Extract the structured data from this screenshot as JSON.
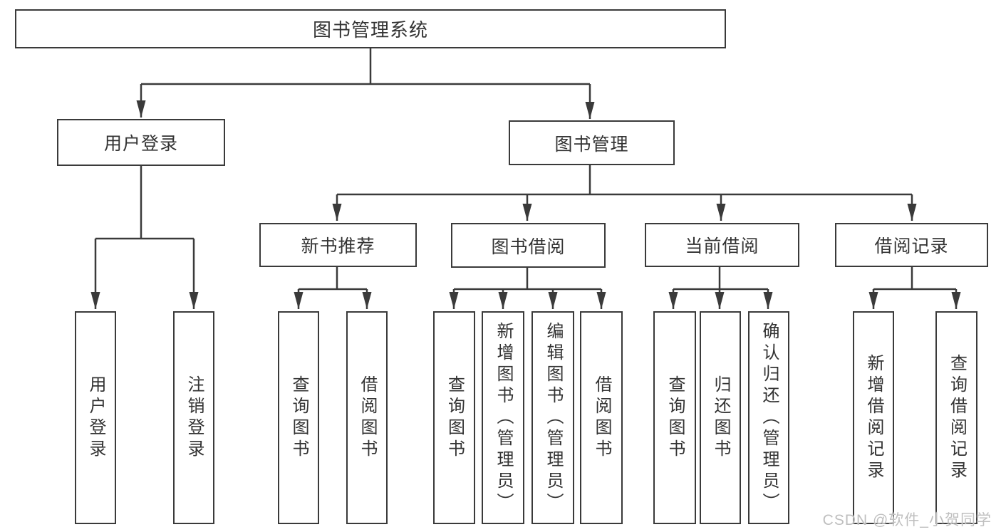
{
  "colors": {
    "line": "#3a3a3a",
    "box_border": "#3a3a3a",
    "text": "#333333",
    "background": "#ffffff",
    "watermark": "#bfbfbf"
  },
  "watermark": "CSDN @软件_小贺同学",
  "tree": {
    "label": "图书管理系统",
    "children": [
      {
        "label": "用户登录",
        "children": [
          {
            "label": "用户登录"
          },
          {
            "label": "注销登录"
          }
        ]
      },
      {
        "label": "图书管理",
        "children": [
          {
            "label": "新书推荐",
            "children": [
              {
                "label": "查询图书"
              },
              {
                "label": "借阅图书"
              }
            ]
          },
          {
            "label": "图书借阅",
            "children": [
              {
                "label": "查询图书"
              },
              {
                "label": "新增图书（管理员）"
              },
              {
                "label": "编辑图书（管理员）"
              },
              {
                "label": "借阅图书"
              }
            ]
          },
          {
            "label": "当前借阅",
            "children": [
              {
                "label": "查询图书"
              },
              {
                "label": "归还图书"
              },
              {
                "label": "确认归还（管理员）"
              }
            ]
          },
          {
            "label": "借阅记录",
            "children": [
              {
                "label": "新增借阅记录"
              },
              {
                "label": "查询借阅记录"
              }
            ]
          }
        ]
      }
    ]
  }
}
